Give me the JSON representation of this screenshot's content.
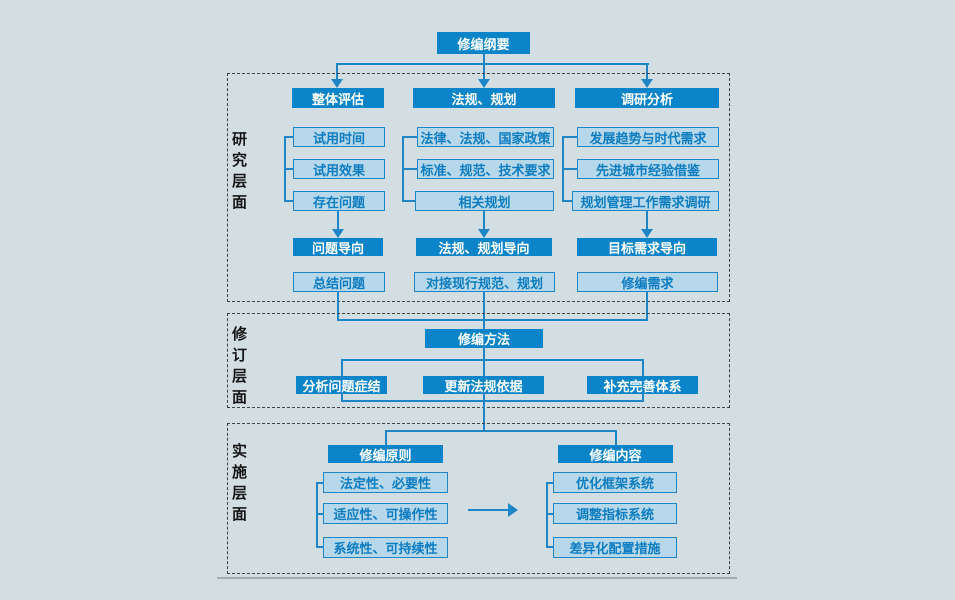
{
  "colors": {
    "bg": "#d3dee3",
    "solid": "#0b84c9",
    "lightfill": "#b6d8ea",
    "line": "#1e86c6",
    "textblue": "#0d7cc1"
  },
  "root_label": "修编纲要",
  "research": {
    "section_label": "研究层面",
    "columns": [
      {
        "header": "整体评估",
        "items": [
          "试用时间",
          "试用效果",
          "存在问题"
        ],
        "direction": "问题导向",
        "outcome": "总结问题"
      },
      {
        "header": "法规、规划",
        "items": [
          "法律、法规、国家政策",
          "标准、规范、技术要求",
          "相关规划"
        ],
        "direction": "法规、规划导向",
        "outcome": "对接现行规范、规划"
      },
      {
        "header": "调研分析",
        "items": [
          "发展趋势与时代需求",
          "先进城市经验借鉴",
          "规划管理工作需求调研"
        ],
        "direction": "目标需求导向",
        "outcome": "修编需求"
      }
    ]
  },
  "revision": {
    "section_label": "修订层面",
    "method": "修编方法",
    "items": [
      "分析问题症结",
      "更新法规依据",
      "补充完善体系"
    ]
  },
  "implementation": {
    "section_label": "实施层面",
    "groups": [
      {
        "header": "修编原则",
        "items": [
          "法定性、必要性",
          "适应性、可操作性",
          "系统性、可持续性"
        ]
      },
      {
        "header": "修编内容",
        "items": [
          "优化框架系统",
          "调整指标系统",
          "差异化配置措施"
        ]
      }
    ]
  }
}
